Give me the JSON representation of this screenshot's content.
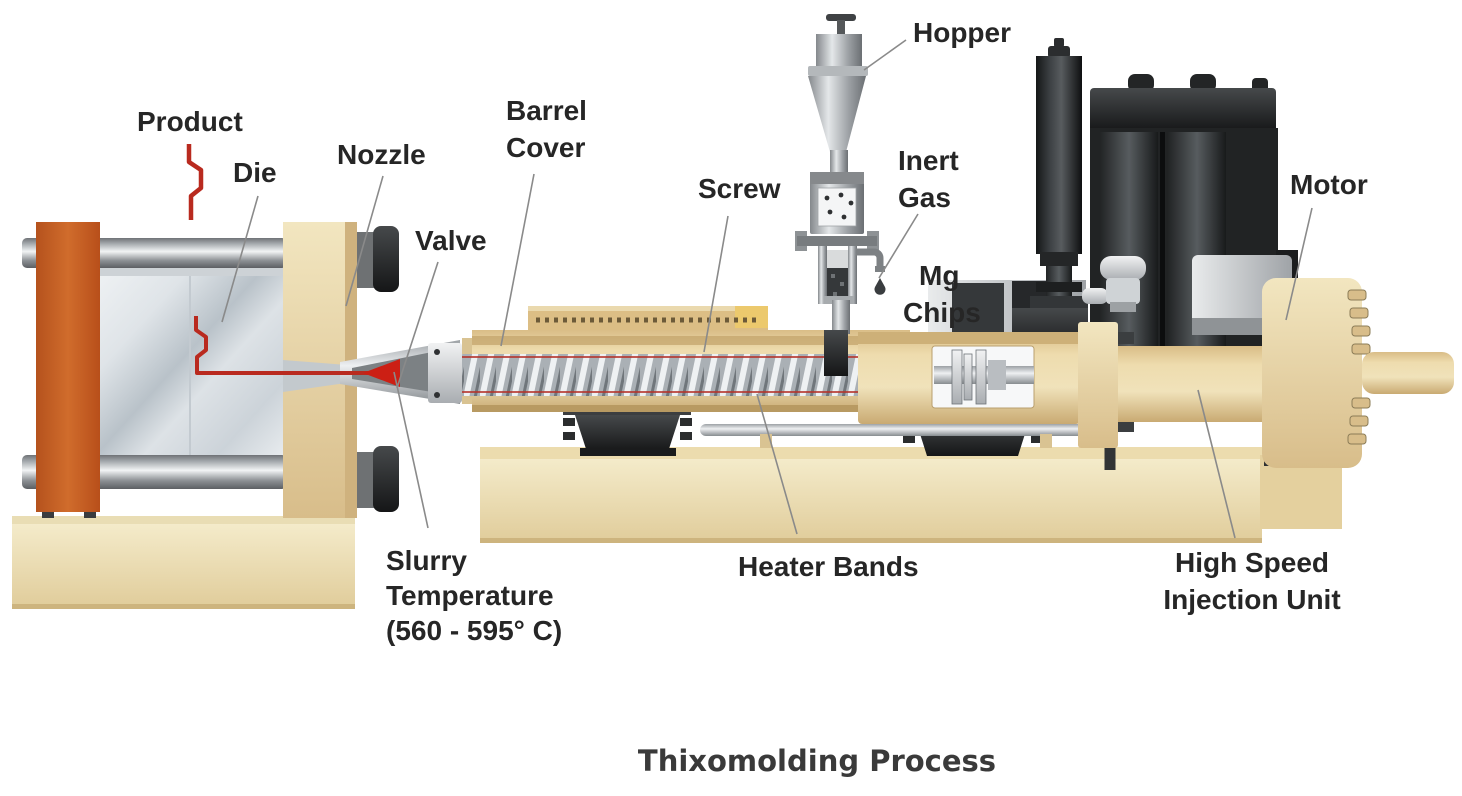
{
  "diagram": {
    "caption": "Thixomolding Process",
    "labels": {
      "product": "Product",
      "die": "Die",
      "nozzle": "Nozzle",
      "valve": "Valve",
      "barrel_cover": [
        "Barrel",
        "Cover"
      ],
      "screw": "Screw",
      "hopper": "Hopper",
      "inert_gas": [
        "Inert",
        "Gas"
      ],
      "mg_chips": [
        "Mg",
        "Chips"
      ],
      "motor": "Motor",
      "slurry_temperature": [
        "Slurry",
        "Temperature",
        "(560 - 595° C)"
      ],
      "heater_bands": "Heater Bands",
      "high_speed_injection_unit": [
        "High Speed",
        "Injection Unit"
      ]
    },
    "colors": {
      "label_text": "#262626",
      "leader_line": "#8a8a8a",
      "machine_cream": "#f0e5c0",
      "machine_tan": "#e3cd9e",
      "machine_tan_dark": "#c9ab72",
      "platen_orange": "#cb6326",
      "metal_light": "#e9ecee",
      "metal_dark": "#4a4d50",
      "machinery_black": "#212324",
      "melt_red": "#c0231d",
      "background": "#ffffff"
    }
  }
}
